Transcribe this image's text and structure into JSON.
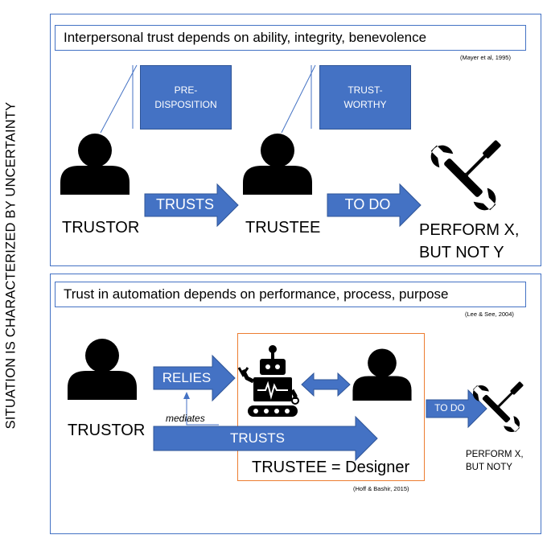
{
  "side_label": "SITUATION IS CHARACTERIZED BY UNCERTAINTY",
  "top": {
    "title": "Interpersonal trust depends on ability, integrity, benevolence",
    "citation": "(Mayer et al, 1995)",
    "predisposition": "PRE-\nDISPOSITION",
    "trustworthy": "TRUST-\nWORTHY",
    "trustor": "TRUSTOR",
    "trusts": "TRUSTS",
    "trustee": "TRUSTEE",
    "to_do": "TO DO",
    "perform": "PERFORM X,\nBUT NOT Y"
  },
  "bottom": {
    "title": "Trust in automation depends on performance, process, purpose",
    "citation": "(Lee & See, 2004)",
    "trustor": "TRUSTOR",
    "relies": "RELIES",
    "mediates": "mediates",
    "trusts": "TRUSTS",
    "trustee": "TRUSTEE = Designer",
    "to_do": "TO DO",
    "perform": "PERFORM X,\nBUT NOTY",
    "citation2": "(Hoff & Bashir, 2015)"
  },
  "colors": {
    "accent": "#4472c4",
    "orange_box": "#ed7d31",
    "icon": "#000000"
  }
}
